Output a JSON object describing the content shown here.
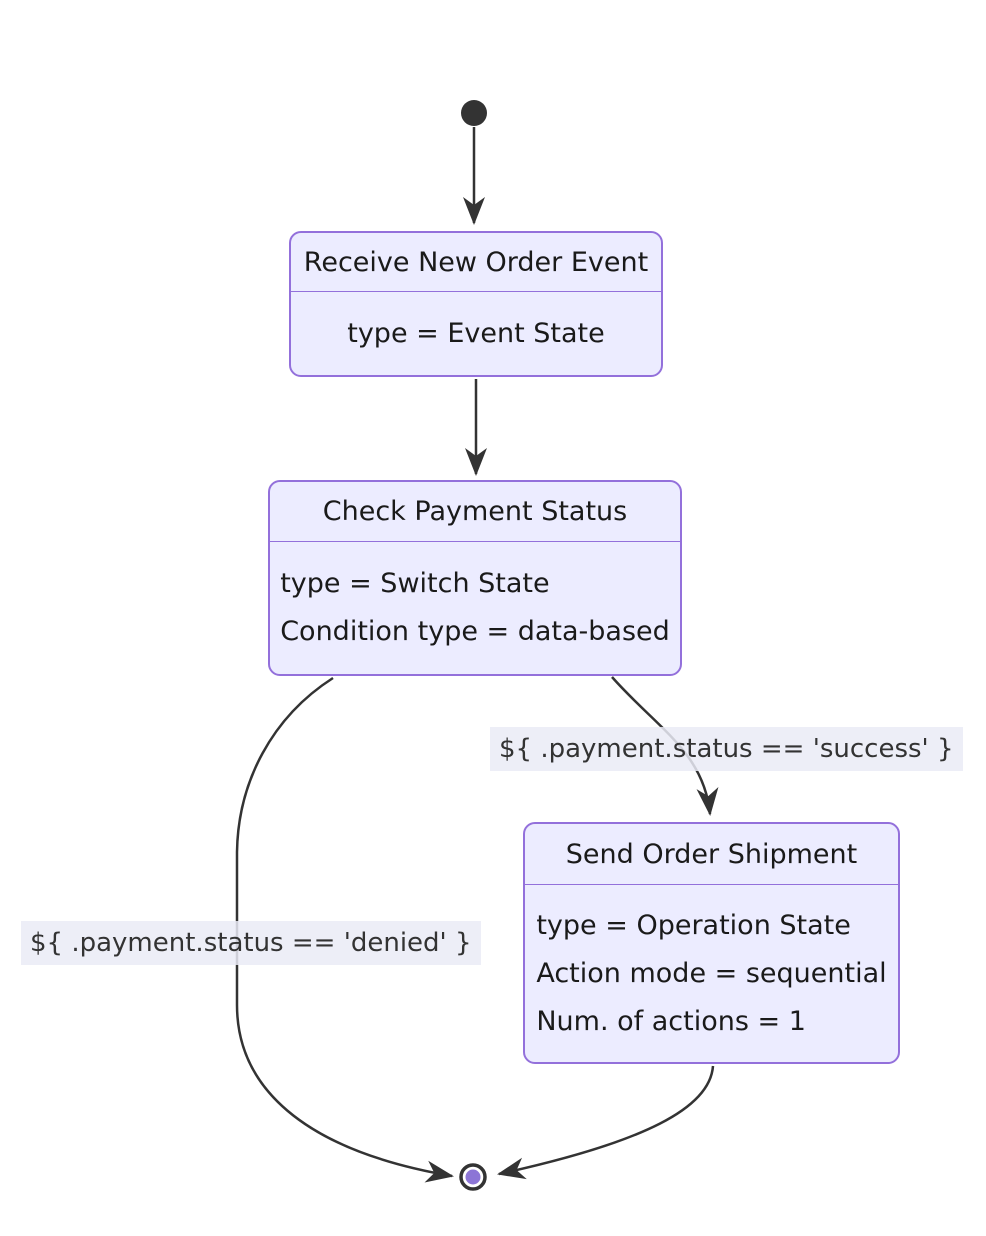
{
  "diagram": {
    "kind": "state-diagram",
    "nodes": [
      {
        "id": "ReceiveNewOrderEvent",
        "title": "Receive New Order Event",
        "lines": [
          "type = Event State"
        ]
      },
      {
        "id": "CheckPaymentStatus",
        "title": "Check Payment Status",
        "lines": [
          "type = Switch State",
          "Condition type = data-based"
        ]
      },
      {
        "id": "SendOrderShipment",
        "title": "Send Order Shipment",
        "lines": [
          "type = Operation State",
          "Action mode = sequential",
          "Num. of actions = 1"
        ]
      }
    ],
    "edges": [
      {
        "from": "[*]",
        "to": "ReceiveNewOrderEvent",
        "label": ""
      },
      {
        "from": "ReceiveNewOrderEvent",
        "to": "CheckPaymentStatus",
        "label": ""
      },
      {
        "from": "CheckPaymentStatus",
        "to": "SendOrderShipment",
        "label": "${ .payment.status == 'success' }"
      },
      {
        "from": "CheckPaymentStatus",
        "to": "[*]",
        "label": "${ .payment.status == 'denied' }"
      },
      {
        "from": "SendOrderShipment",
        "to": "[*]",
        "label": ""
      }
    ],
    "colors": {
      "node_fill": "#ECECFF",
      "node_border": "#9370DB",
      "edge_stroke": "#333333",
      "node_text": "#1a1a1a",
      "edge_label_bg": "#EAEBF6",
      "start_dot_fill": "#333333",
      "final_state_inner": "#8C75D6",
      "final_state_ring": "#333333",
      "background": "#ffffff"
    }
  }
}
